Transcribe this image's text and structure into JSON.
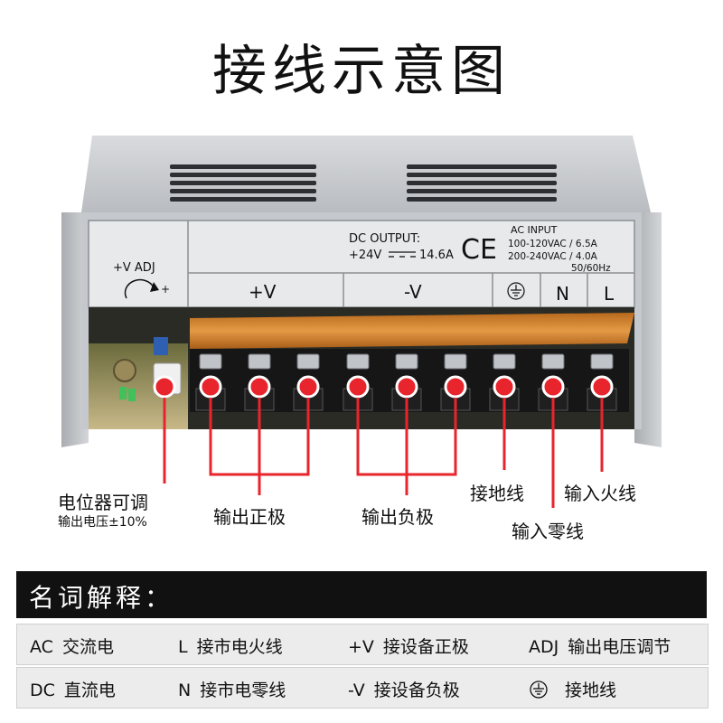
{
  "title": "接线示意图",
  "panel": {
    "adj_label": "+V  ADJ",
    "adj_plus": "+",
    "dc_output": "DC  OUTPUT:",
    "dc_spec_v": "+24V",
    "dc_spec_a": "14.6A",
    "ce": "CE",
    "ac_input": "AC  INPUT",
    "ac_line1": "100-120VAC / 6.5A",
    "ac_line2": "200-240VAC / 4.0A",
    "ac_line3": "50/60Hz",
    "term_pos": "+V",
    "term_neg": "-V",
    "term_n": "N",
    "term_l": "L"
  },
  "callouts": {
    "pot": "电位器可调",
    "pot_sub": "输出电压±10%",
    "out_pos": "输出正极",
    "out_neg": "输出负极",
    "ground": "接地线",
    "live": "输入火线",
    "neutral": "输入零线"
  },
  "legend": {
    "title": "名词解释：",
    "rows": [
      [
        {
          "k": "AC",
          "v": "交流电"
        },
        {
          "k": "L",
          "v": "接市电火线"
        },
        {
          "k": "+V",
          "v": "接设备正极"
        },
        {
          "k": "ADJ",
          "v": "输出电压调节"
        }
      ],
      [
        {
          "k": "DC",
          "v": "直流电"
        },
        {
          "k": "N",
          "v": "接市电零线"
        },
        {
          "k": "-V",
          "v": "接设备负极"
        },
        {
          "k": "ground-symbol",
          "v": "接地线"
        }
      ]
    ]
  },
  "colors": {
    "callout_red": "#e8242d",
    "metal": "#c9ccd0",
    "terminal_orange": "#d9892e"
  }
}
